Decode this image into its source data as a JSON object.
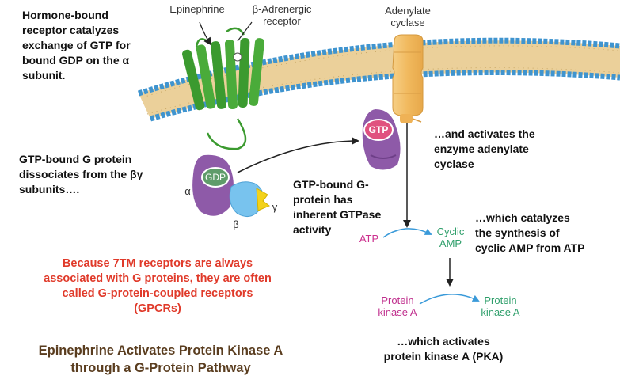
{
  "notes": {
    "receptor_exchange": "Hormone-bound\nreceptor catalyzes\nexchange of GTP for\nbound GDP on the α\nsubunit.",
    "dissociates": "GTP-bound G protein\ndissociates from the βγ\nsubunits….",
    "gtpase": "GTP-bound G-\nprotein has\ninherent GTPase\nactivity",
    "activates_enzyme": "…and activates the\nenzyme adenylate\ncyclase",
    "catalyzes": "…which catalyzes\nthe synthesis of\ncyclic AMP from ATP",
    "activates_pka": "…which activates\nprotein kinase A (PKA)"
  },
  "labels": {
    "epinephrine": "Epinephrine",
    "receptor": "β-Adrenergic\nreceptor",
    "adenylate_cyclase": "Adenylate\ncyclase",
    "gdp": "GDP",
    "gtp": "GTP",
    "alpha": "α",
    "beta": "β",
    "gamma": "γ",
    "atp": "ATP",
    "cyclic_amp": "Cyclic\nAMP",
    "pka_inactive": "Protein\nkinase A",
    "pka_active": "Protein\nkinase A"
  },
  "gpcr_note": "Because 7TM receptors are always\nassociated with G proteins, they are often\ncalled G-protein-coupled receptors\n(GPCRs)",
  "caption": "Epinephrine Activates Protein Kinase A\nthrough a G-Protein Pathway",
  "colors": {
    "red_text": "#e03a2a",
    "brown_text": "#5a3d1f",
    "membrane_tan": "#e9c98f",
    "membrane_head": "#4a9fd6",
    "receptor_green": "#3b9a2f",
    "gprotein_purple": "#8e5aa8",
    "gtp_pink": "#e0517f",
    "beta_blue": "#78c3ee",
    "gamma_yellow": "#f3d21a",
    "cyclase_orange": "#f2bf6e",
    "atp_magenta": "#cc2f8e",
    "camp_green": "#2f9f6b",
    "pka_magenta": "#c0308e",
    "pka_green": "#2f9f6b"
  }
}
